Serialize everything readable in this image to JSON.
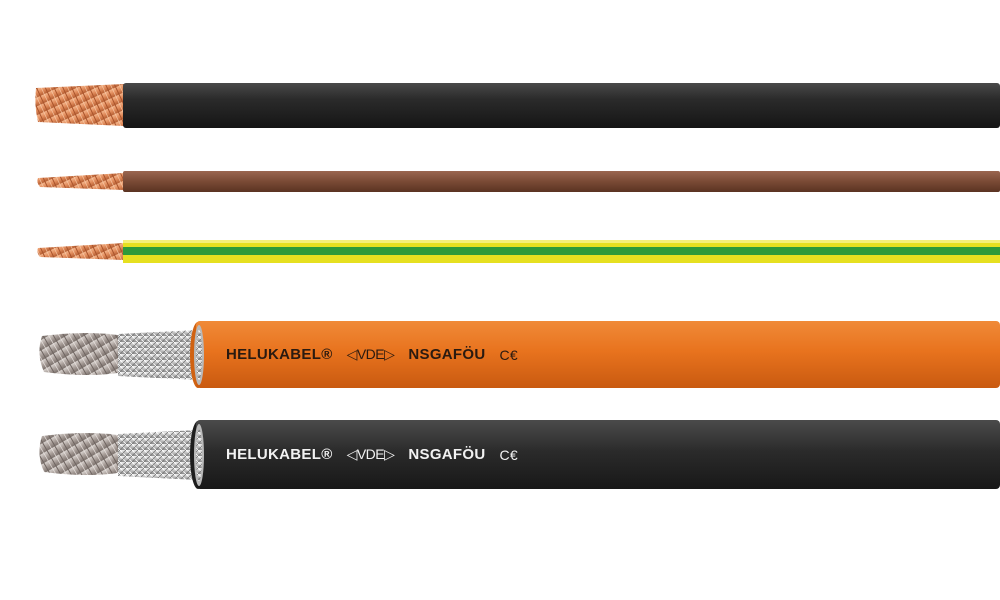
{
  "colors": {
    "background": "#ffffff",
    "copper": "#e08a5a",
    "jacket_black": "#2a2a2a",
    "jacket_brown": "#7a4a35",
    "jacket_green": "#2e9a3a",
    "jacket_yellow": "#e6e020",
    "jacket_orange": "#e8731e",
    "jacket_dark": "#2b2b2b",
    "tinned_wire": "#b9b1ad"
  },
  "cables": [
    {
      "name": "black-single-core",
      "jacket": "black",
      "conductor": "copper-bare"
    },
    {
      "name": "brown-single-core",
      "jacket": "brown",
      "conductor": "copper-bare"
    },
    {
      "name": "green-yellow-single-core",
      "jacket": "green-yellow",
      "conductor": "copper-bare"
    },
    {
      "name": "orange-shielded-cable",
      "jacket": "orange",
      "conductor": "tinned-copper-braid"
    },
    {
      "name": "black-shielded-cable",
      "jacket": "black",
      "conductor": "tinned-copper-braid"
    }
  ],
  "printing": {
    "orange": {
      "brand": "HELUKABEL®",
      "vde": "◁VDE▷",
      "model": "NSGAFÖU",
      "ce": "C€"
    },
    "black": {
      "brand": "HELUKABEL®",
      "vde": "◁VDE▷",
      "model": "NSGAFÖU",
      "ce": "C€"
    }
  }
}
